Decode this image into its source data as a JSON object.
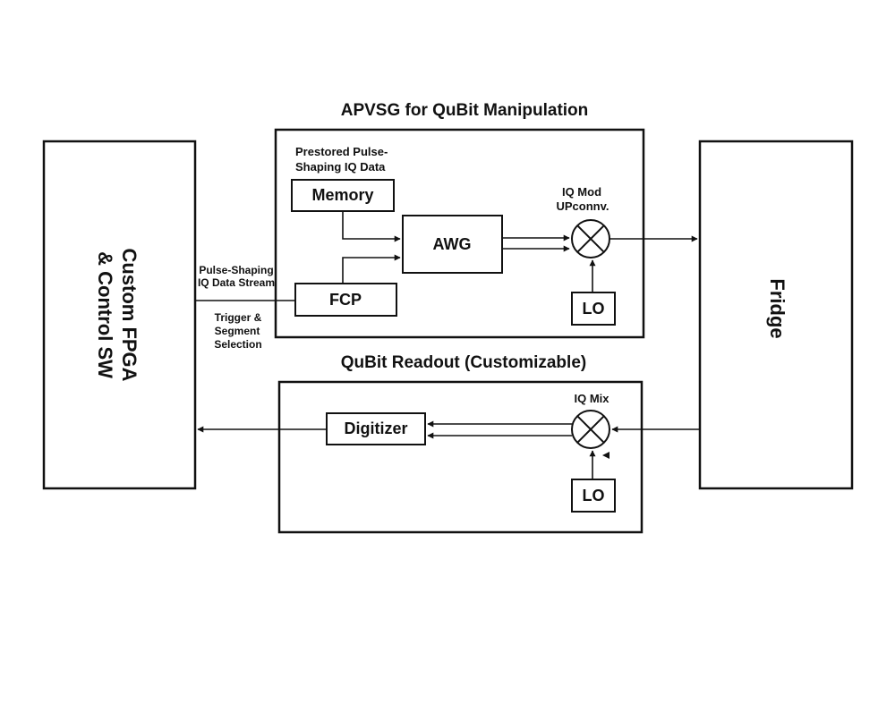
{
  "titles": {
    "top": "APVSG for QuBit Manipulation",
    "bottom": "QuBit Readout (Customizable)"
  },
  "blocks": {
    "host_line1": "Custom FPGA",
    "host_line2": "& Control SW",
    "fridge": "Fridge",
    "memory": "Memory",
    "awg": "AWG",
    "fcp": "FCP",
    "lo_top": "LO",
    "digitizer": "Digitizer",
    "lo_bottom": "LO"
  },
  "labels": {
    "prestored_line1": "Prestored Pulse-",
    "prestored_line2": "Shaping IQ Data",
    "iq_mod_line1": "IQ Mod",
    "iq_mod_line2": "UPconnv.",
    "pulse_stream_line1": "Pulse-Shaping",
    "pulse_stream_line2": "IQ Data Stream",
    "trigger_line1": "Trigger &",
    "trigger_line2": "Segment",
    "trigger_line3": "Selection",
    "iq_mix": "IQ Mix"
  },
  "colors": {
    "stroke": "#111111",
    "background": "#ffffff"
  },
  "icons": {
    "mixer": "circle-cross-mixer-icon",
    "arrowhead": "filled-triangle-arrowhead"
  }
}
